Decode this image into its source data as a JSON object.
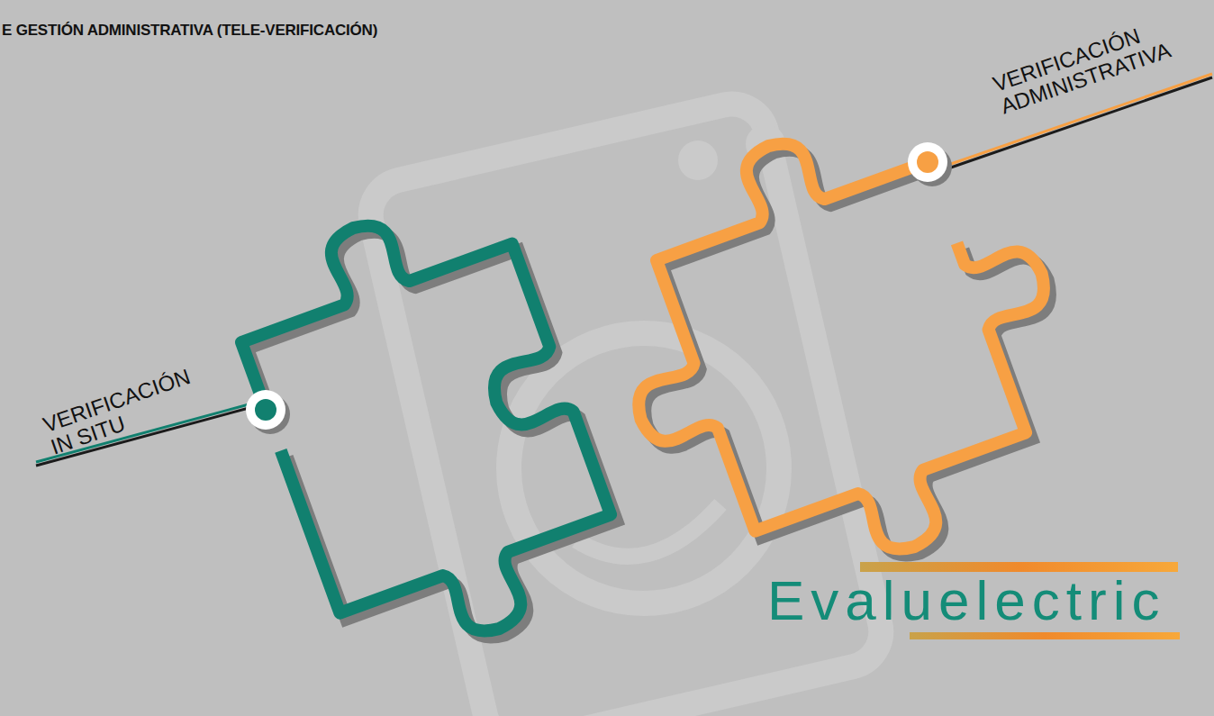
{
  "diagram": {
    "title": "E GESTIÓN ADMINISTRATIVA (TELE-VERIFICACIÓN)",
    "labels": [
      "VERIFICACIÓN IN SITU",
      "VERIFICACIÓN ADMINISTRATIVA",
      "Evaluelectric"
    ]
  }
}
